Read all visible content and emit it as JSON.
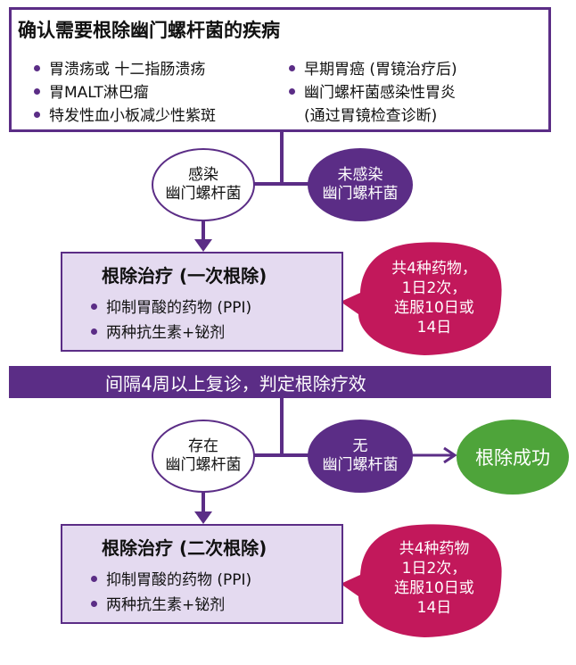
{
  "top": {
    "title": "确认需要根除幽门螺杆菌的疾病",
    "left_items": [
      "胃溃疡或 十二指肠溃疡",
      "胃MALT淋巴瘤",
      "特发性血小板减少性紫斑"
    ],
    "right_items": [
      "早期胃癌 (胃镜治疗后)",
      "幽门螺杆菌感染性胃炎"
    ],
    "right_extra": "(通过胃镜检查诊断)"
  },
  "branch1": {
    "infected": [
      "感染",
      "幽门螺杆菌"
    ],
    "not_infected": [
      "未感染",
      "幽门螺杆菌"
    ]
  },
  "treatment1": {
    "title": "根除治疗 (一次根除)",
    "items": [
      "抑制胃酸的药物 (PPI)",
      "两种抗生素+铋剂"
    ],
    "bubble": [
      "共4种药物，",
      "1日2次，",
      "连服10日或",
      "14日"
    ]
  },
  "band": {
    "text": "间隔4周以上复诊，判定根除疗效"
  },
  "branch2": {
    "present": [
      "存在",
      "幽门螺杆菌"
    ],
    "absent": [
      "无",
      "幽门螺杆菌"
    ],
    "success": "根除成功"
  },
  "treatment2": {
    "title": "根除治疗 (二次根除)",
    "items": [
      "抑制胃酸的药物 (PPI)",
      "两种抗生素+铋剂"
    ],
    "bubble": [
      "共4种药物",
      "1日2次，",
      "连服10日或",
      "14日"
    ]
  },
  "colors": {
    "purple": "#5b2d86",
    "lavender": "#e4daf0",
    "magenta": "#c2185b",
    "green": "#4ea43a"
  }
}
